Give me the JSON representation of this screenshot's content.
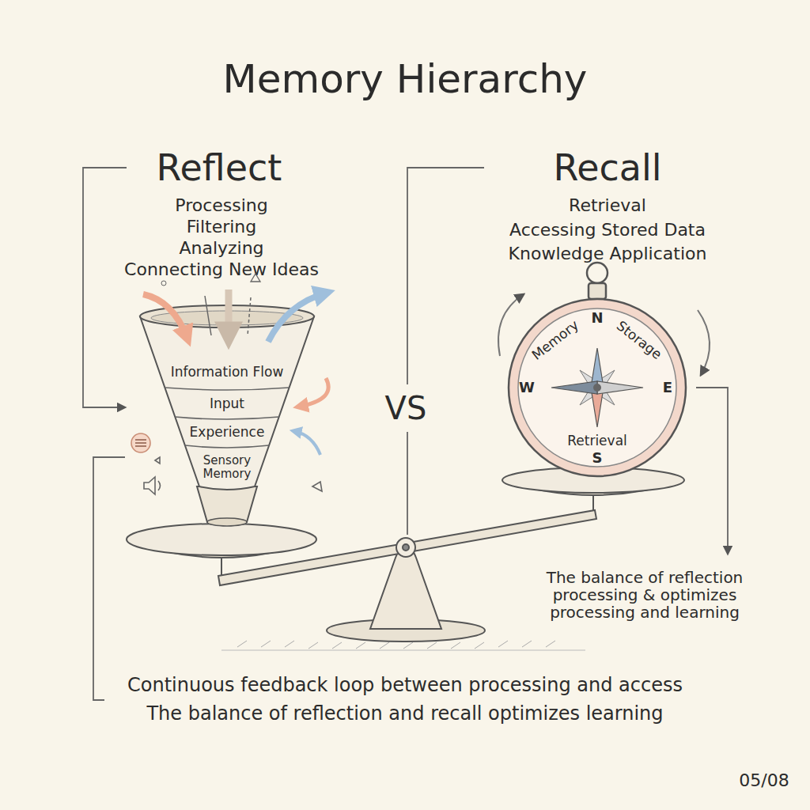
{
  "diagram": {
    "title": "Memory Hierarchy",
    "nodes": [
      {
        "text": [
          "Information Flow",
          "Input",
          "Experience",
          "Sensory Memory"
        ]
      },
      {
        "text": [
          "Memory",
          "Storage",
          "Retrieval",
          "N",
          "E",
          "S",
          "W"
        ]
      }
    ],
    "labels": [
      "Reflect",
      "Processing",
      "Filtering",
      "Analyzing",
      "Connecting New Ideas",
      "Recall",
      "Retrieval",
      "Accessing Stored Data",
      "Knowledge Application",
      "VS",
      "The balance of reflection processing & optimizes processing and learning",
      "Continuous feedback loop between processing and access",
      "The balance of reflection and recall optimizes learning",
      "05/08"
    ]
  }
}
